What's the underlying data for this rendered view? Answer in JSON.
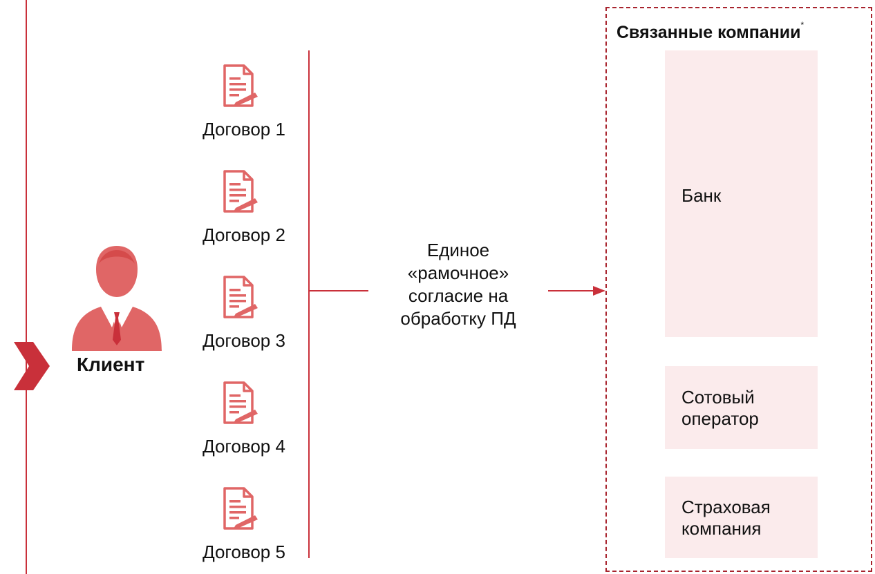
{
  "colors": {
    "accent": "#c9303a",
    "icon_fill": "#e06666",
    "company_box": "#fbebec",
    "dashed_border": "#a8242e"
  },
  "client": {
    "label": "Клиент",
    "icon": "businessman-icon"
  },
  "contracts": [
    {
      "label": "Договор 1",
      "icon": "contract-document-icon"
    },
    {
      "label": "Договор 2",
      "icon": "contract-document-icon"
    },
    {
      "label": "Договор 3",
      "icon": "contract-document-icon"
    },
    {
      "label": "Договор 4",
      "icon": "contract-document-icon"
    },
    {
      "label": "Договор 5",
      "icon": "contract-document-icon"
    }
  ],
  "consent": {
    "lines": [
      "Единое",
      "«рамочное»",
      "согласие на",
      "обработку ПД"
    ]
  },
  "related_companies": {
    "title": "Связанные компании",
    "footnote_mark": "*",
    "items": [
      {
        "lines": [
          "Банк"
        ]
      },
      {
        "lines": [
          "Сотовый",
          "оператор"
        ]
      },
      {
        "lines": [
          "Страховая",
          "компания"
        ]
      }
    ]
  }
}
